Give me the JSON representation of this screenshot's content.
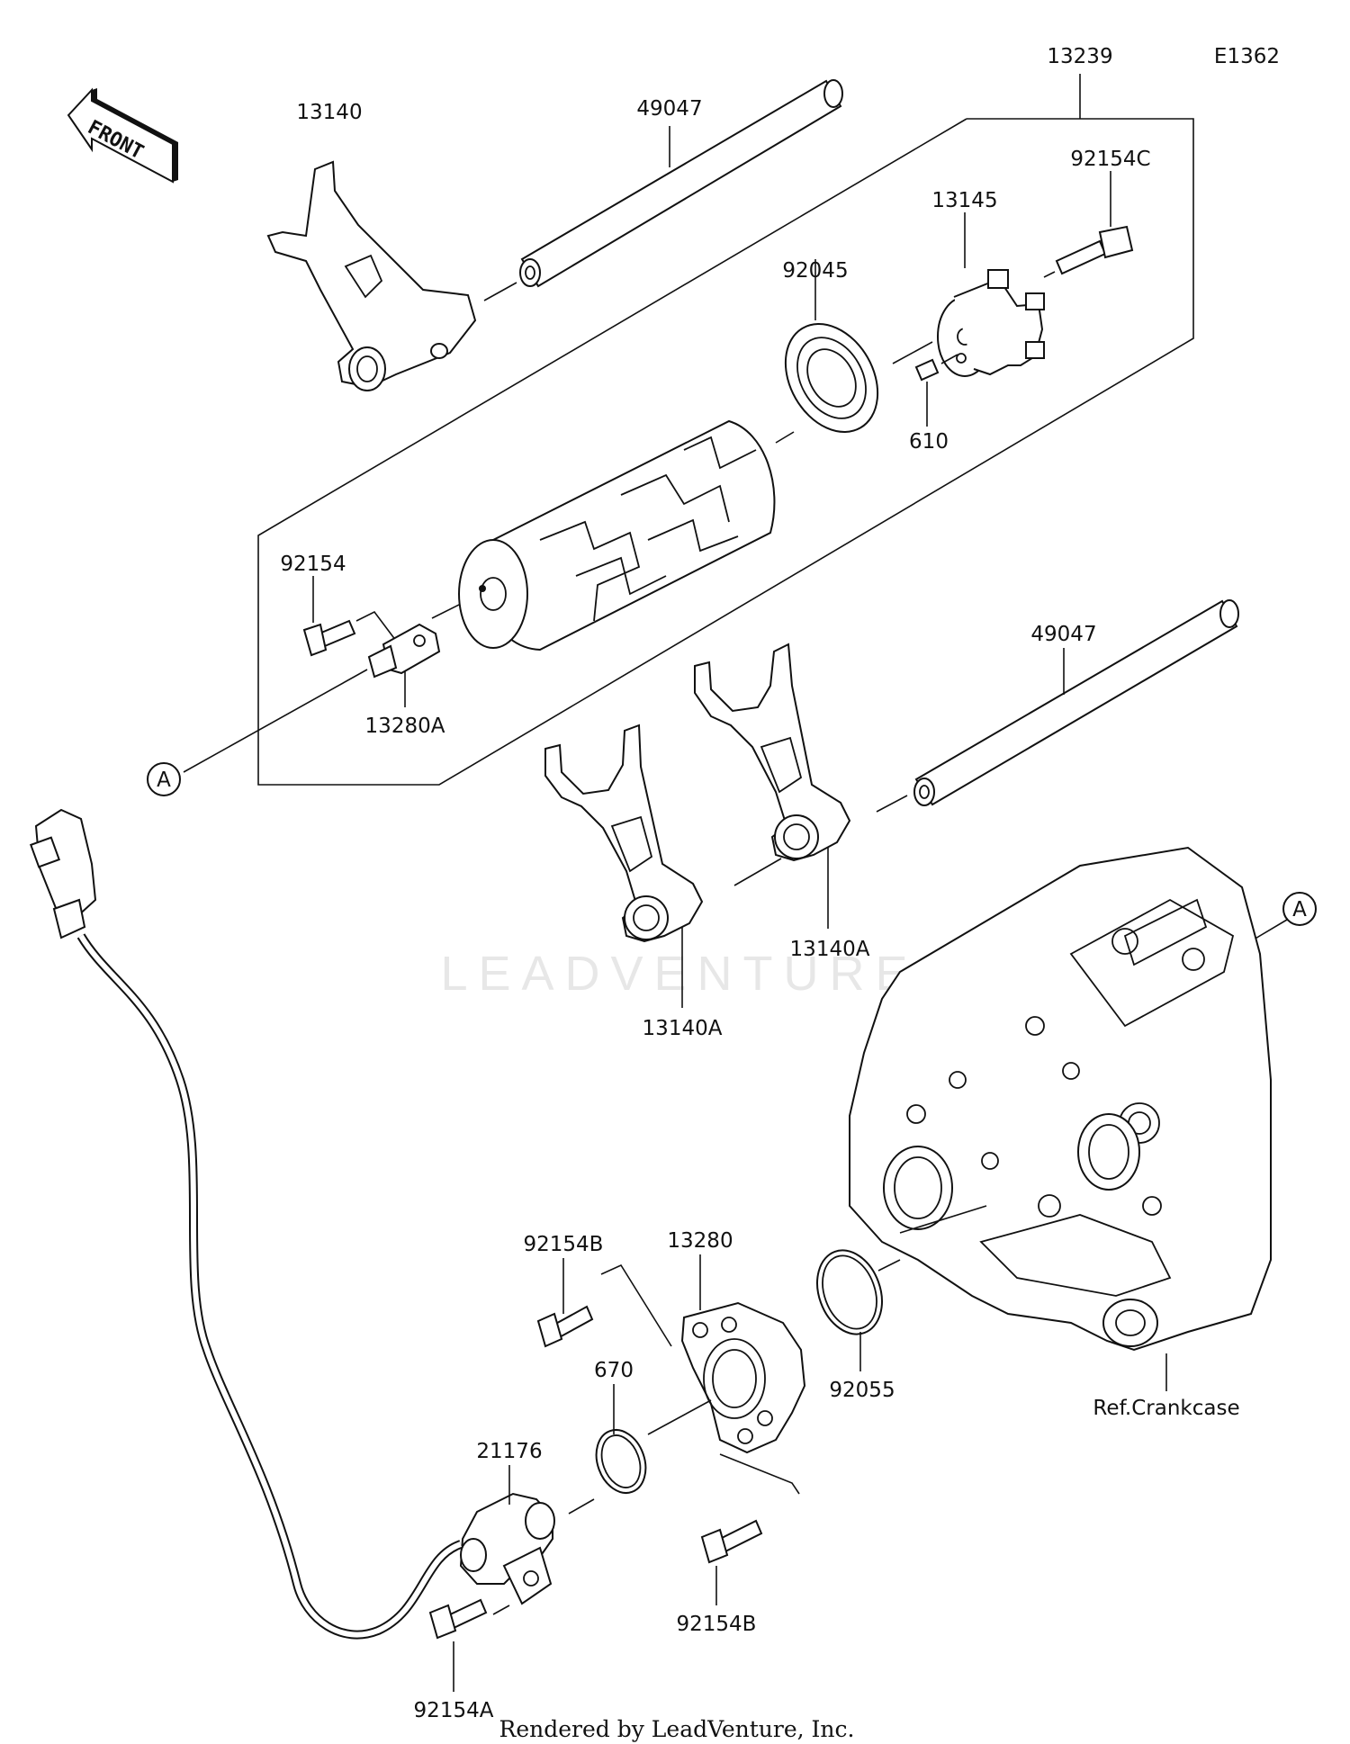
{
  "diagram_id": "E1362",
  "watermark": "LEADVENTURE",
  "front_label": "FRONT",
  "ref_label": "A",
  "crankcase_ref": "Ref.Crankcase",
  "footer": "Rendered by LeadVenture, Inc.",
  "parts": {
    "p13239": "13239",
    "p13140": "13140",
    "p49047_top": "49047",
    "p92154C": "92154C",
    "p13145": "13145",
    "p92045": "92045",
    "p610": "610",
    "p92154": "92154",
    "p13280A": "13280A",
    "p49047_mid": "49047",
    "p13140A_right": "13140A",
    "p13140A_left": "13140A",
    "p92154B_top": "92154B",
    "p13280": "13280",
    "p670": "670",
    "p21176": "21176",
    "p92055": "92055",
    "p92154B_bottom": "92154B",
    "p92154A": "92154A"
  }
}
